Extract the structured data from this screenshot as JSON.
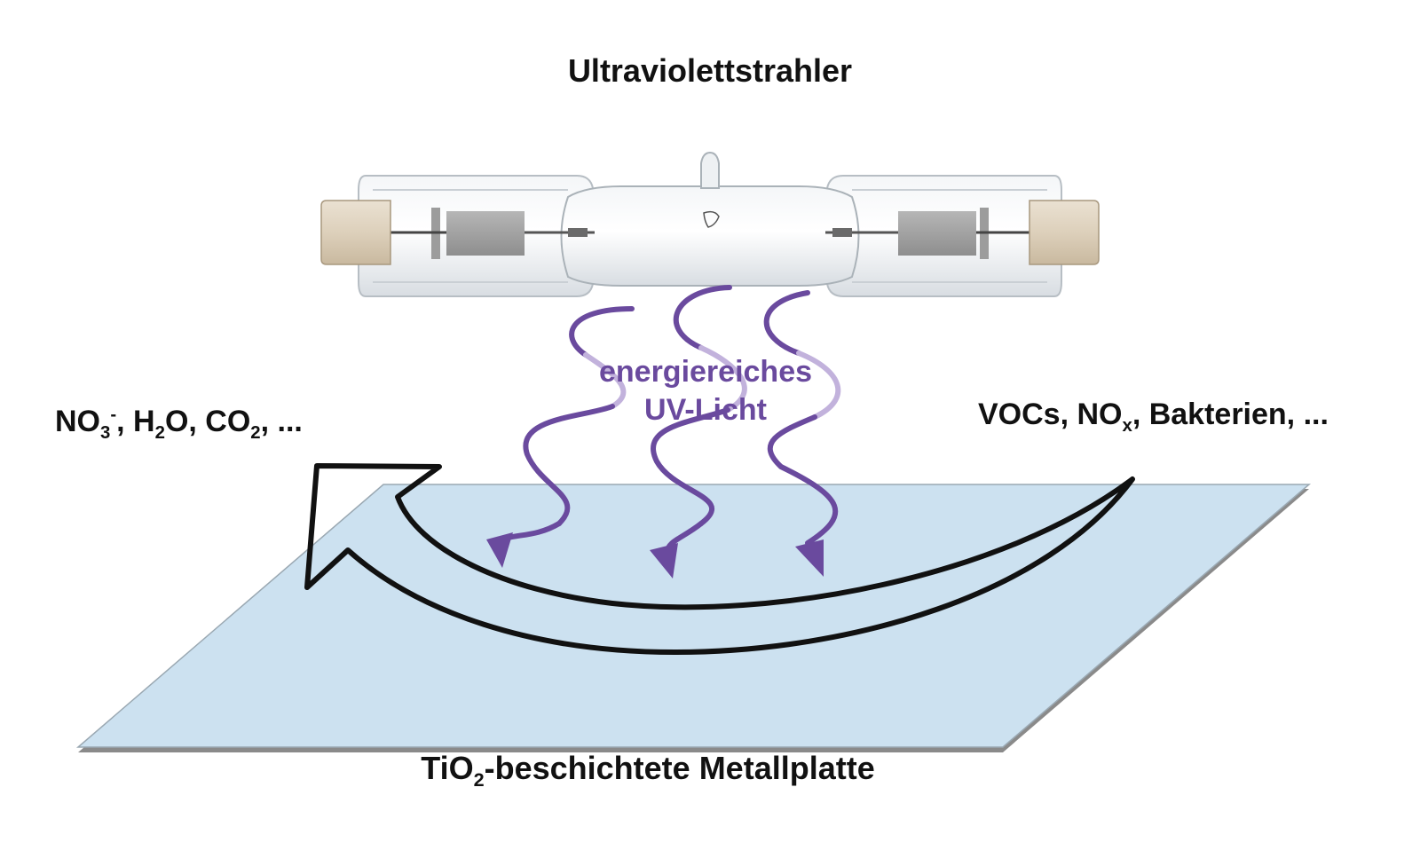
{
  "title": "Ultraviolettstrahler",
  "uv_light": {
    "line1": "energiereiches",
    "line2": "UV-Licht"
  },
  "products": {
    "no3": "NO",
    "no3_sub": "3",
    "no3_sup": "-",
    "h2o_a": ", H",
    "h2o_sub": "2",
    "h2o_b": "O, CO",
    "co2_sub": "2",
    "tail": ", ..."
  },
  "reactants": {
    "a": "VOCs, NO",
    "x_sub": "x",
    "b": ", Bakterien, ..."
  },
  "plate": {
    "a": "TiO",
    "sub": "2",
    "b": "-beschichtete Metallplatte"
  },
  "colors": {
    "plate_fill": "#cce1f0",
    "plate_edge": "#8a8a8a",
    "uv_arrow": "#6a4a9e",
    "uv_arrow_faded": "#c2b2dc",
    "arrow_outline": "#111111"
  },
  "icons": {
    "lamp": "uv-lamp-icon",
    "uv_wave": "wavy-arrow-icon",
    "reaction_arrow": "curved-arrow-icon"
  }
}
